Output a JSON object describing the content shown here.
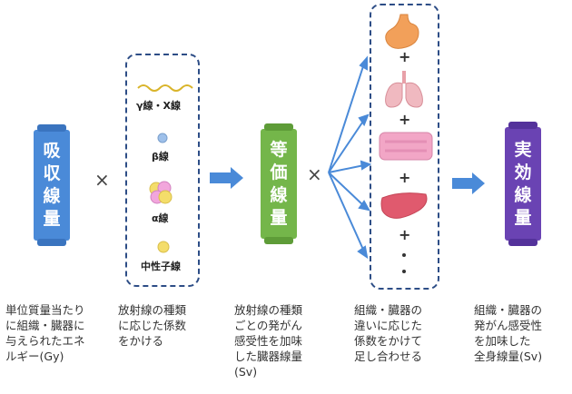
{
  "absorbed_dose": {
    "chars": [
      "吸",
      "収",
      "線",
      "量"
    ],
    "color": "#4a8ad8"
  },
  "equivalent_dose": {
    "chars": [
      "等",
      "価",
      "線",
      "量"
    ],
    "color": "#74b64a"
  },
  "effective_dose": {
    "chars": [
      "実",
      "効",
      "線",
      "量"
    ],
    "color": "#6a43b3"
  },
  "multiply_sign": "×",
  "plus_sign": "+",
  "radiation_types": {
    "gamma_x": "γ線・X線",
    "beta": "β線",
    "alpha": "α線",
    "neutron": "中性子線"
  },
  "organs": [
    "stomach-icon",
    "lungs-icon",
    "intestine-icon",
    "liver-icon"
  ],
  "captions": {
    "absorbed": "単位質量当たり\nに組織・臓器に\n与えられたエネ\nルギー(Gy)",
    "radiation_factor": "放射線の種類\nに応じた係数\nをかける",
    "equivalent": "放射線の種類\nごとの発がん\n感受性を加味\nした臓器線量\n(Sv)",
    "tissue_factor": "組織・臓器の\n違いに応じた\n係数をかけて\n足し合わせる",
    "effective": "組織・臓器の\n発がん感受性\nを加味した\n全身線量(Sv)"
  }
}
